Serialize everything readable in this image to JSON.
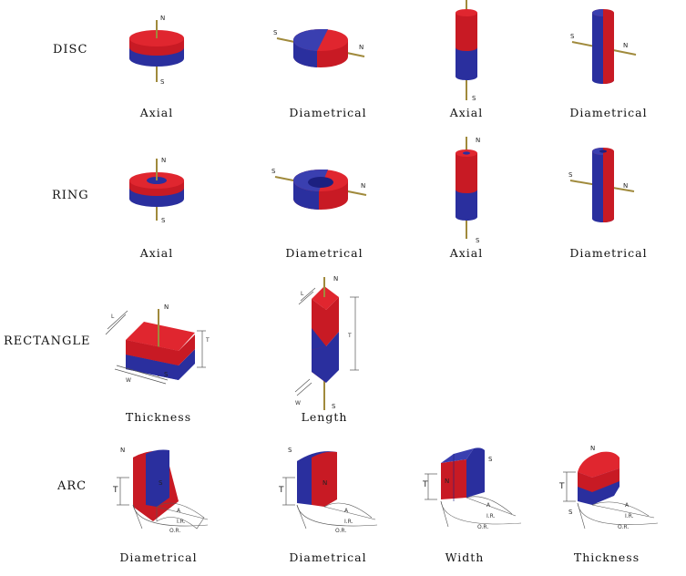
{
  "rows": {
    "disc": "DISC",
    "ring": "RING",
    "rectangle": "RECTANGLE",
    "arc": "ARC"
  },
  "captions": {
    "disc_1": "Axial",
    "disc_2": "Diametrical",
    "disc_3": "Axial",
    "disc_4": "Diametrical",
    "ring_1": "Axial",
    "ring_2": "Diametrical",
    "ring_3": "Axial",
    "ring_4": "Diametrical",
    "rect_1": "Thickness",
    "rect_2": "Length",
    "arc_1": "Diametrical",
    "arc_2": "Diametrical",
    "arc_3": "Width",
    "arc_4": "Thickness"
  },
  "poles": {
    "north": "N",
    "south": "S"
  },
  "dimension_labels": {
    "length": "L",
    "width": "W",
    "thickness": "T",
    "a": "A",
    "ir": "I.R.",
    "or": "O.R."
  },
  "colors": {
    "north_red": "#d81e28",
    "south_blue": "#2a2f9e",
    "axis_gold": "#a08a3c"
  }
}
